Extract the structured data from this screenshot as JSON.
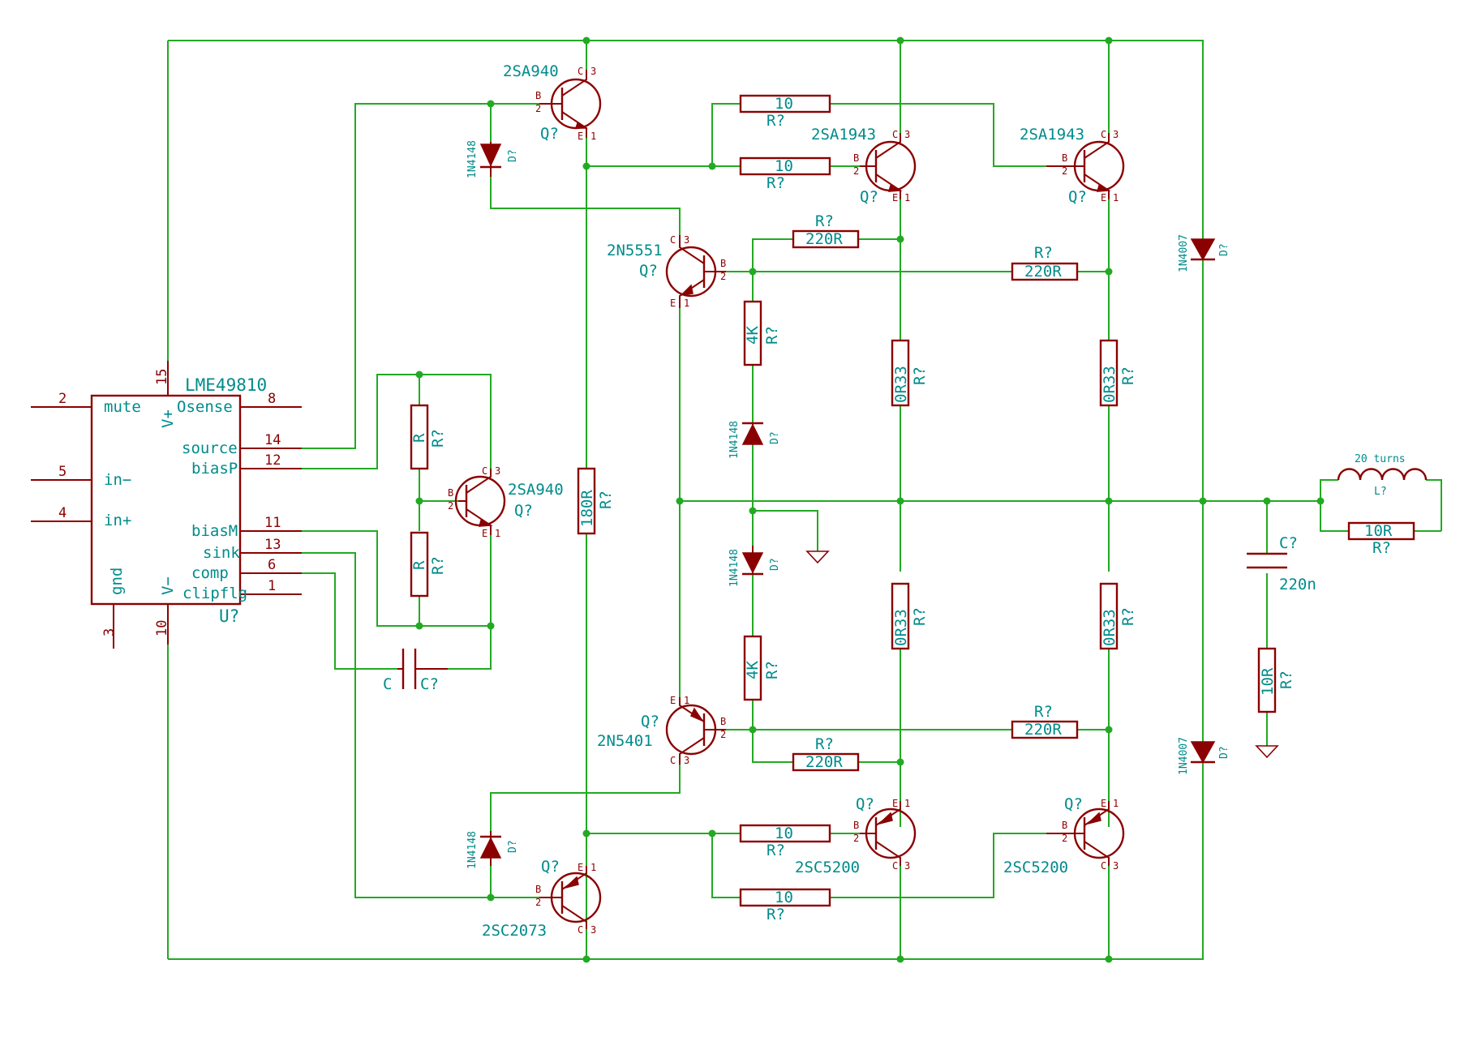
{
  "ic": {
    "name": "LME49810",
    "ref": "U?",
    "pins": {
      "mute": {
        "label": "mute",
        "num": "2"
      },
      "in_minus": {
        "label": "in−",
        "num": "5"
      },
      "in_plus": {
        "label": "in+",
        "num": "4"
      },
      "gnd": {
        "label": "gnd",
        "num": "3"
      },
      "v_plus": {
        "label": "V+",
        "num": "15"
      },
      "v_minus": {
        "label": "V−",
        "num": "10"
      },
      "osense": {
        "label": "Osense",
        "num": "8"
      },
      "source": {
        "label": "source",
        "num": "14"
      },
      "biasP": {
        "label": "biasP",
        "num": "12"
      },
      "biasM": {
        "label": "biasM",
        "num": "11"
      },
      "sink": {
        "label": "sink",
        "num": "13"
      },
      "comp": {
        "label": "comp",
        "num": "6"
      },
      "clipflg": {
        "label": "clipflg",
        "num": "1"
      }
    }
  },
  "transistors": {
    "q_2sa940_top": {
      "part": "2SA940",
      "ref": "Q?"
    },
    "q_2sa940_bias": {
      "part": "2SA940",
      "ref": "Q?"
    },
    "q_2sa1943_a": {
      "part": "2SA1943",
      "ref": "Q?"
    },
    "q_2sa1943_b": {
      "part": "2SA1943",
      "ref": "Q?"
    },
    "q_2n5551": {
      "part": "2N5551",
      "ref": "Q?"
    },
    "q_2n5401": {
      "part": "2N5401",
      "ref": "Q?"
    },
    "q_2sc5200_a": {
      "part": "2SC5200",
      "ref": "Q?"
    },
    "q_2sc5200_b": {
      "part": "2SC5200",
      "ref": "Q?"
    },
    "q_2sc2073": {
      "part": "2SC2073",
      "ref": "Q?"
    }
  },
  "pin_letters": {
    "b": "B",
    "c": "C",
    "e": "E",
    "n1": "1",
    "n2": "2",
    "n3": "3"
  },
  "resistors": {
    "r10_top_a": {
      "value": "10",
      "ref": "R?"
    },
    "r10_top_b": {
      "value": "10",
      "ref": "R?"
    },
    "r220_top_a": {
      "value": "220R",
      "ref": "R?"
    },
    "r220_top_b": {
      "value": "220R",
      "ref": "R?"
    },
    "r4k_top": {
      "value": "4K",
      "ref": "R?"
    },
    "r0r33_a_top": {
      "value": "0R33",
      "ref": "R?"
    },
    "r0r33_b_top": {
      "value": "0R33",
      "ref": "R?"
    },
    "r180": {
      "value": "180R",
      "ref": "R?"
    },
    "r_bias_top": {
      "value": "R",
      "ref": "R?"
    },
    "r_bias_bot": {
      "value": "R",
      "ref": "R?"
    },
    "r0r33_a_bot": {
      "value": "0R33",
      "ref": "R?"
    },
    "r0r33_b_bot": {
      "value": "0R33",
      "ref": "R?"
    },
    "r4k_bot": {
      "value": "4K",
      "ref": "R?"
    },
    "r220_bot_a": {
      "value": "220R",
      "ref": "R?"
    },
    "r220_bot_b": {
      "value": "220R",
      "ref": "R?"
    },
    "r10_bot_a": {
      "value": "10",
      "ref": "R?"
    },
    "r10_bot_b": {
      "value": "10",
      "ref": "R?"
    },
    "r10r_out": {
      "value": "10R",
      "ref": "R?"
    },
    "r10r_zobel": {
      "value": "10R",
      "ref": "R?"
    }
  },
  "diodes": {
    "d_top_left": {
      "part": "1N4148",
      "ref": "D?"
    },
    "d_mid_up": {
      "part": "1N4148",
      "ref": "D?"
    },
    "d_mid_down": {
      "part": "1N4148",
      "ref": "D?"
    },
    "d_bot_left": {
      "part": "1N4148",
      "ref": "D?"
    },
    "d_rail_top": {
      "part": "1N4007",
      "ref": "D?"
    },
    "d_rail_bot": {
      "part": "1N4007",
      "ref": "D?"
    }
  },
  "capacitors": {
    "c_comp": {
      "value": "C",
      "ref": "C?"
    },
    "c_zobel": {
      "value": "220n",
      "ref": "C?"
    }
  },
  "inductor": {
    "value": "20 turns",
    "ref": "L?"
  },
  "colors": {
    "wire": "#22aa22",
    "symbol": "#8b0000",
    "text": "#008b8b"
  }
}
